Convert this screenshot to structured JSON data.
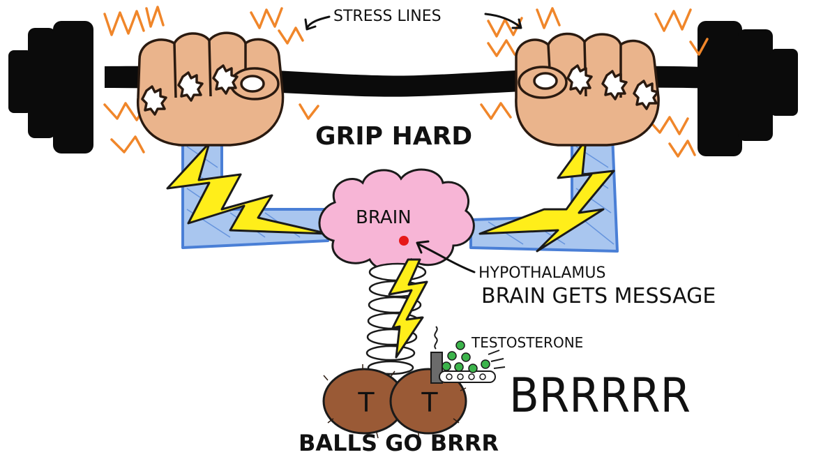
{
  "labels": {
    "stress_lines": "STRESS LINES",
    "grip_hard": "GRIP HARD",
    "brain": "BRAIN",
    "hypothalamus": "HYPOTHALAMUS",
    "brain_gets_message": "BRAIN GETS MESSAGE",
    "testosterone": "TESTOSTERONE",
    "brrrrr": "BRRRRR",
    "balls_go_brrr": "BALLS GO BRRR",
    "testicle_left_letter": "T",
    "testicle_right_letter": "T"
  },
  "colors": {
    "barbell": "#0b0b0b",
    "skin": "#eab48c",
    "skin_outline": "#2a1a10",
    "knuckle": "#ffffff",
    "stress": "#f0862a",
    "arm": "#4a7fd6",
    "arm_fill": "#a9c6ef",
    "lightning": "#ffee1a",
    "brain": "#f7b5d6",
    "hypothalamus_dot": "#e61919",
    "spine": "#ffffff",
    "testicle": "#9a5a36",
    "factory": "#6b6b6b",
    "hormone": "#3cb44b",
    "text": "#111111"
  },
  "icons": {
    "hand_left": "fist-icon",
    "hand_right": "fist-icon",
    "brain": "brain-icon",
    "factory": "factory-icon",
    "lightning": "lightning-icon"
  }
}
